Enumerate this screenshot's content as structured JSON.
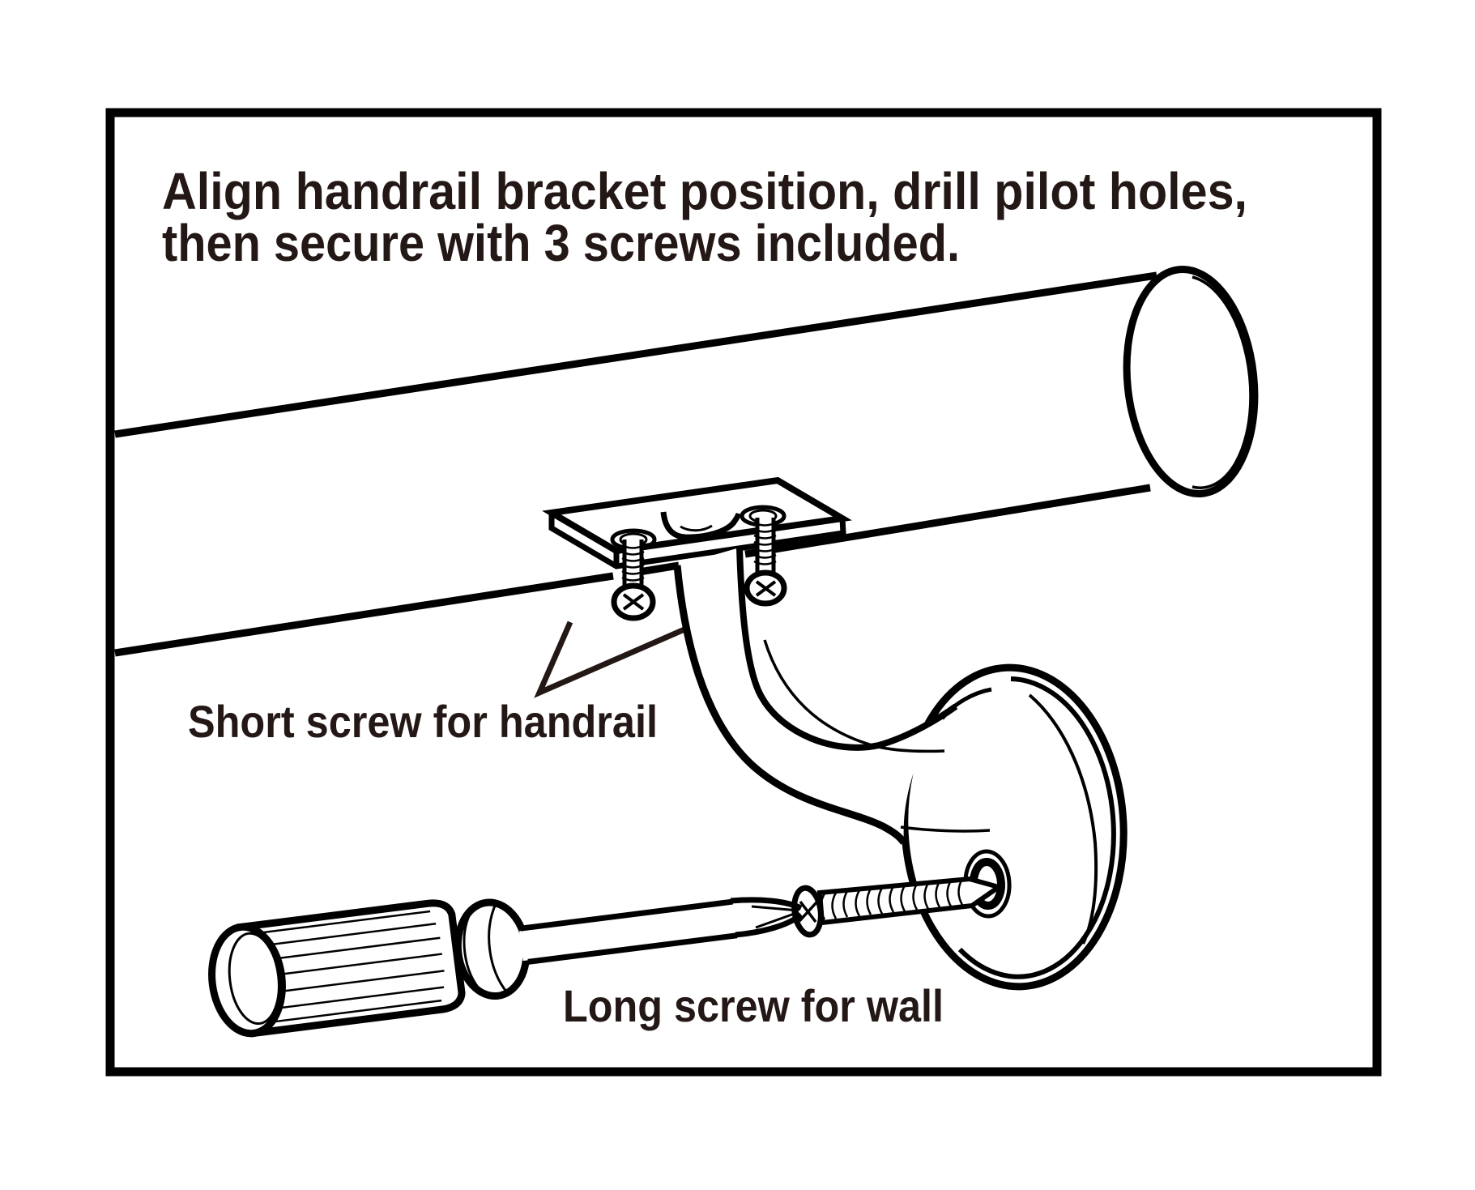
{
  "colors": {
    "background": "#ffffff",
    "line_ink": "#000000",
    "text_ink": "#231815"
  },
  "instruction": {
    "line1": "Align handrail bracket position, drill pilot holes,",
    "line2": "then secure with 3 screws included."
  },
  "labels": {
    "short_screw": "Short screw for handrail",
    "long_screw": "Long screw for wall"
  },
  "parts": {
    "frame": "diagram border frame",
    "handrail": "handrail tube",
    "bracket_plate": "bracket top plate",
    "bracket_arm": "bracket curved arm",
    "wall_flange": "wall flange disc",
    "short_screws": "two short screws for handrail",
    "long_screw": "long screw for wall",
    "screwdriver": "screwdriver",
    "pointer": "label pointer arrow"
  }
}
